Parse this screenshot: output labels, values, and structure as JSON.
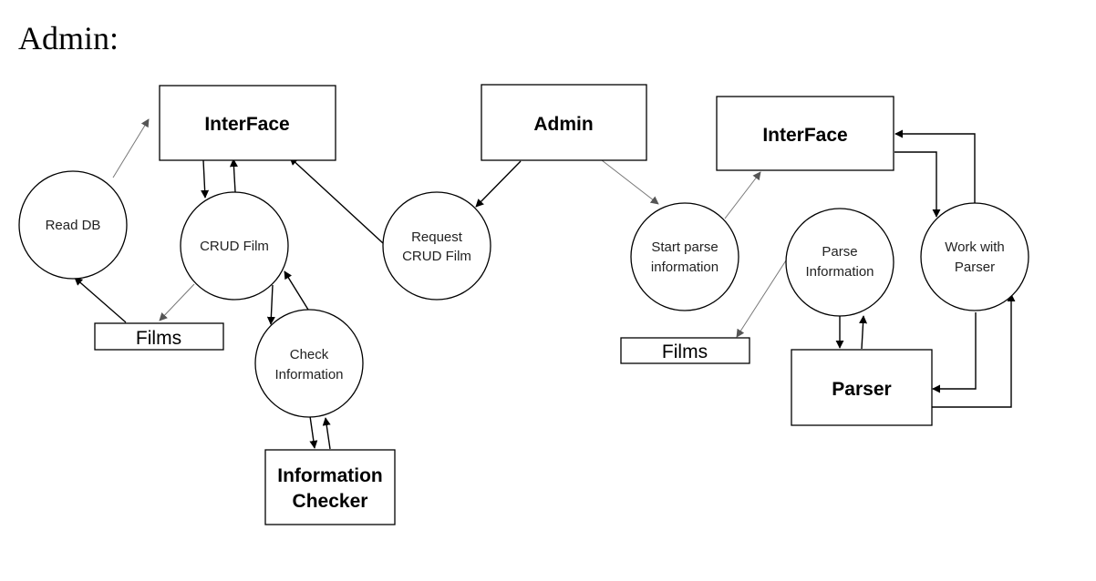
{
  "heading": "Admin:",
  "nodes": {
    "interface_left": "InterFace",
    "admin": "Admin",
    "interface_right": "InterFace",
    "read_db": "Read DB",
    "crud_film": "CRUD Film",
    "request_crud_line1": "Request",
    "request_crud_line2": "CRUD Film",
    "start_parse_line1": "Start parse",
    "start_parse_line2": "information",
    "parse_info_line1": "Parse",
    "parse_info_line2": "Information",
    "work_parser_line1": "Work with",
    "work_parser_line2": "Parser",
    "films_left": "Films",
    "films_right": "Films",
    "check_info_line1": "Check",
    "check_info_line2": "Information",
    "info_checker_line1": "Information",
    "info_checker_line2": "Checker",
    "parser": "Parser"
  }
}
